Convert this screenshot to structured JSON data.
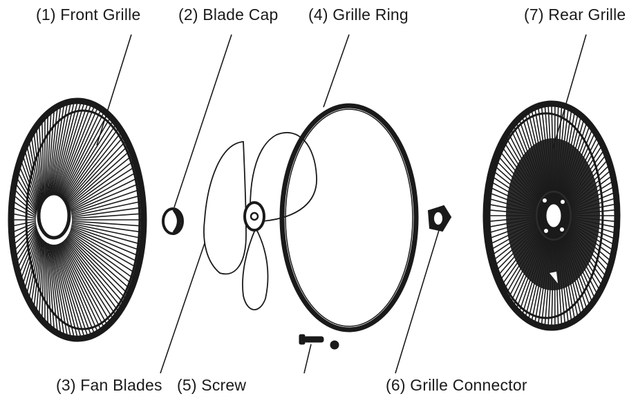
{
  "labels": {
    "front_grille": "(1) Front Grille",
    "blade_cap": "(2) Blade Cap",
    "fan_blades": "(3) Fan Blades",
    "grille_ring": "(4) Grille Ring",
    "screw": "(5) Screw",
    "grille_connector": "(6) Grille Connector",
    "rear_grille": "(7) Rear Grille"
  },
  "colors": {
    "ink": "#1a1a1a",
    "background": "#ffffff"
  }
}
